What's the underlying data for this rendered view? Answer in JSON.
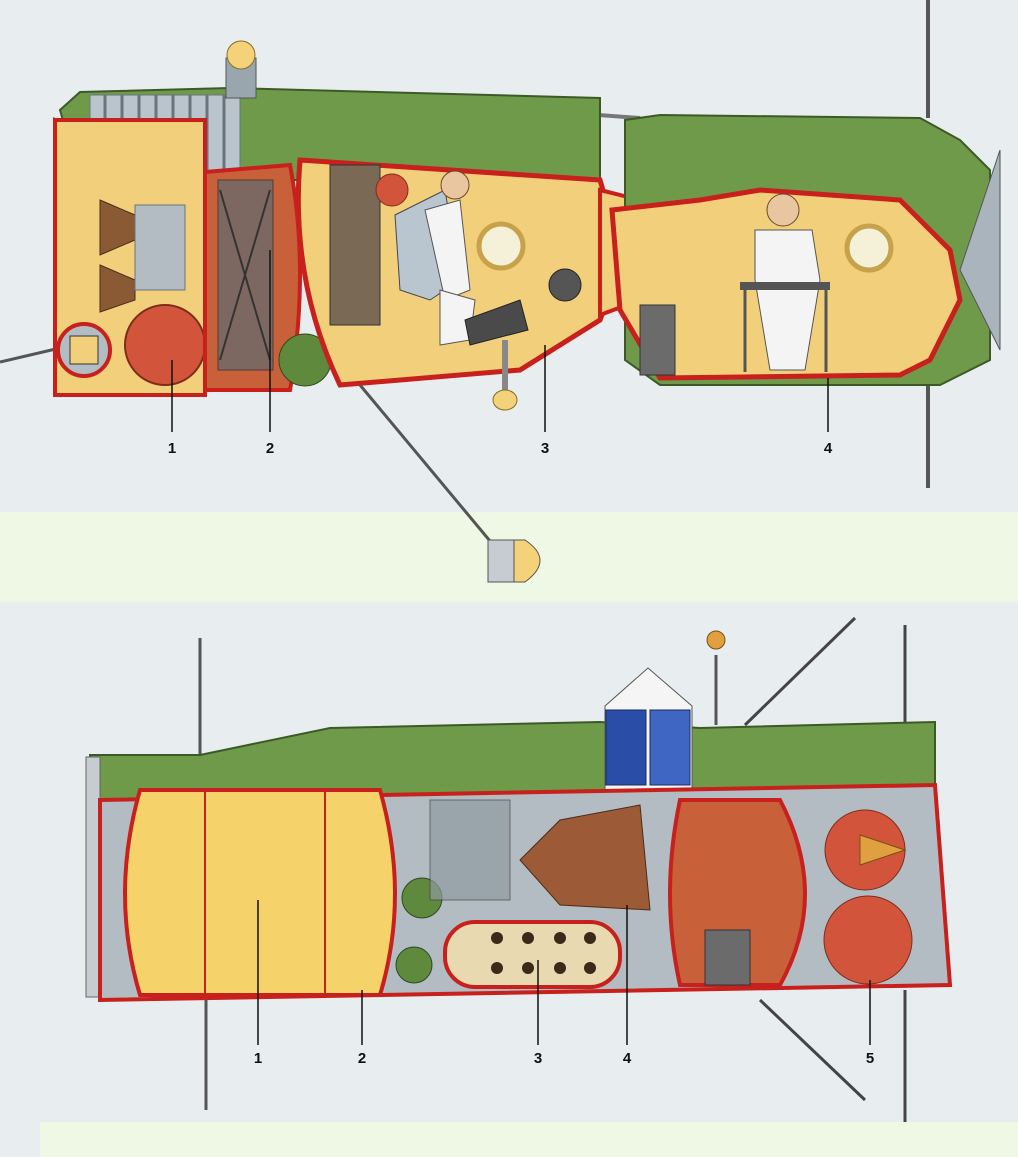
{
  "top_labels": [
    "1",
    "2",
    "3",
    "4"
  ],
  "bottom_labels": [
    "1",
    "2",
    "3",
    "4",
    "5"
  ],
  "colors": {
    "green_hull": "#6f9a4a",
    "cabin_cream": "#f2cf7a",
    "red_outline": "#c8201c",
    "grey_metal": "#a9b4bd",
    "sphere_red": "#d2553b",
    "tank_yellow": "#f6d36a",
    "panel_blue": "#2a4ea8",
    "background_paper": "#e8eef0",
    "band_green": "#eef8e4"
  },
  "icons": [
    "suit-figure-seated",
    "suit-figure-standing",
    "porthole",
    "antenna",
    "solar-panel",
    "rocket-nozzle",
    "propellant-sphere"
  ]
}
